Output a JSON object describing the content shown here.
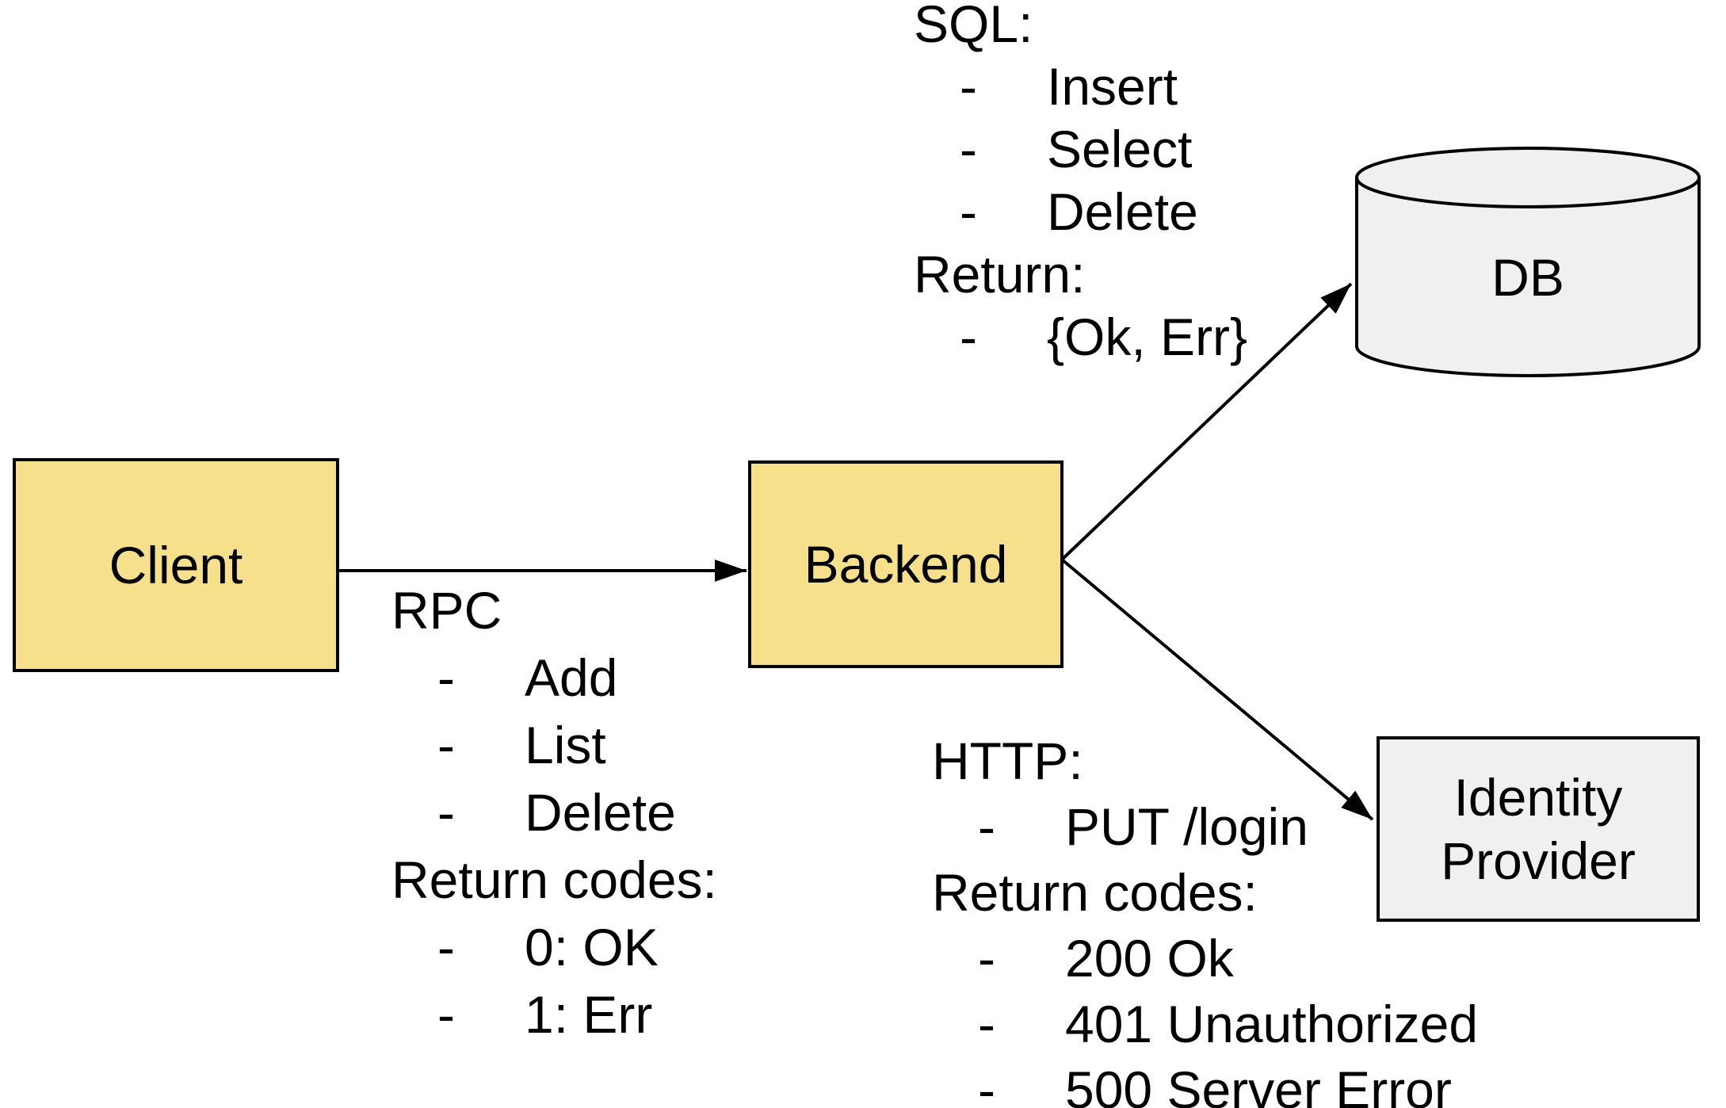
{
  "colors": {
    "background": "#ffffff",
    "yellow_fill": "#F7E08C",
    "gray_fill": "#F0F0F0",
    "stroke": "#000000",
    "text": "#000000"
  },
  "bullet": "-",
  "nodes": {
    "client": {
      "label": "Client"
    },
    "backend": {
      "label": "Backend"
    },
    "db": {
      "label": "DB"
    },
    "identity_provider": {
      "label_line1": "Identity",
      "label_line2": "Provider"
    }
  },
  "annotations": {
    "rpc": {
      "title": "RPC",
      "operations": [
        "Add",
        "List",
        "Delete"
      ],
      "return_title": "Return codes:",
      "return_values": [
        "0: OK",
        "1: Err"
      ]
    },
    "sql": {
      "title": "SQL:",
      "operations": [
        "Insert",
        "Select",
        "Delete"
      ],
      "return_title": "Return:",
      "return_values": [
        "{Ok, Err}"
      ]
    },
    "http": {
      "title": "HTTP:",
      "operations": [
        "PUT /login"
      ],
      "return_title": "Return codes:",
      "return_values": [
        "200 Ok",
        "401 Unauthorized",
        "500 Server Error"
      ]
    }
  }
}
